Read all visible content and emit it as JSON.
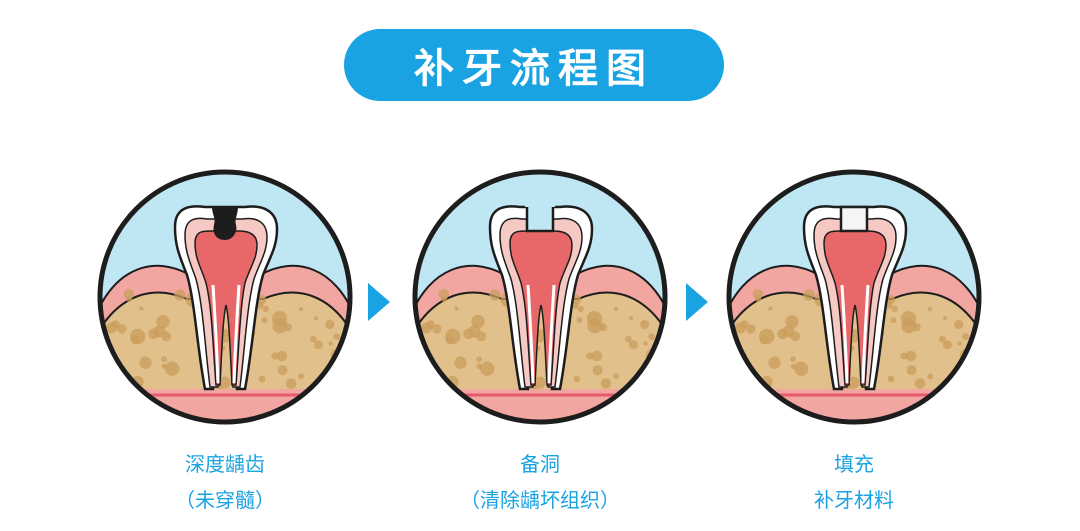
{
  "colors": {
    "accent": "#1aa3e3",
    "sky": "#bfe6f3",
    "gum": "#f2a6a2",
    "bone": "#e2c08c",
    "bone_spot": "#c99e5c",
    "pulp": "#e8686a",
    "dentin": "#f7c9c4",
    "enamel": "#ffffff",
    "outline": "#1d1d1d",
    "decay": "#1d1d1d",
    "nerve_line": "#e65a6a"
  },
  "title": "补牙流程图",
  "steps": [
    {
      "line1": "深度龋齿",
      "line2": "（未穿髓）",
      "cavity": "decay"
    },
    {
      "line1": "备洞",
      "line2": "（清除龋坏组织）",
      "cavity": "prepared"
    },
    {
      "line1": "填充",
      "line2": "补牙材料",
      "cavity": "filled"
    }
  ],
  "arrow_icon": "triangle-right-icon"
}
